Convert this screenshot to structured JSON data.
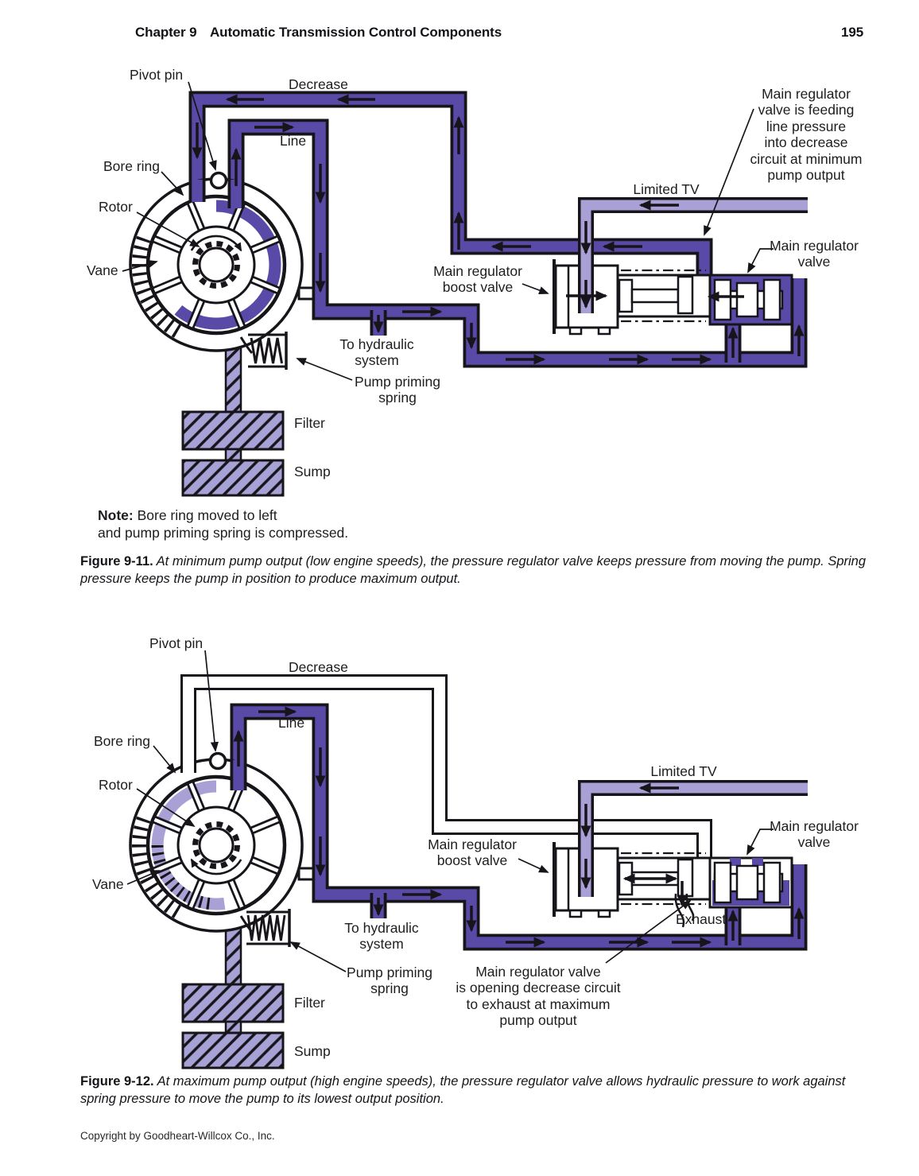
{
  "header": {
    "chapter": "Chapter 9",
    "title": "Automatic Transmission Control Components",
    "page_number": "195"
  },
  "colors": {
    "line_pressure_dark_purple": "#5a4aa8",
    "limited_tv_light_purple": "#a9a1d6",
    "hatch_fill": "#a7a2d6",
    "ink": "#17141a"
  },
  "fig1": {
    "labels": {
      "pivot_pin": "Pivot pin",
      "decrease": "Decrease",
      "line": "Line",
      "bore_ring": "Bore ring",
      "rotor": "Rotor",
      "vane": "Vane",
      "limited_tv": "Limited TV",
      "feeding": "Main regulator\nvalve is feeding\nline pressure\ninto decrease\ncircuit at minimum\npump output",
      "main_regulator_valve": "Main regulator\nvalve",
      "boost_valve": "Main regulator\nboost valve",
      "to_hydraulic": "To hydraulic\nsystem",
      "pump_priming": "Pump priming\nspring",
      "filter": "Filter",
      "sump": "Sump"
    },
    "note_label": "Note:",
    "note_text": " Bore ring moved to left\nand pump priming spring is compressed.",
    "caption_label": "Figure 9-11.",
    "caption_text": " At minimum pump output (low engine speeds), the pressure regulator valve keeps pressure from moving the pump. Spring pressure keeps the pump in position to produce maximum output."
  },
  "fig2": {
    "labels": {
      "pivot_pin": "Pivot pin",
      "decrease": "Decrease",
      "line": "Line",
      "bore_ring": "Bore ring",
      "rotor": "Rotor",
      "vane": "Vane",
      "limited_tv": "Limited TV",
      "main_regulator_valve": "Main regulator\nvalve",
      "boost_valve": "Main regulator\nboost valve",
      "exhaust": "Exhaust",
      "to_hydraulic": "To hydraulic\nsystem",
      "pump_priming": "Pump priming\nspring",
      "opening": "Main regulator valve\nis opening decrease circuit\nto exhaust at maximum\npump output",
      "filter": "Filter",
      "sump": "Sump"
    },
    "caption_label": "Figure 9-12.",
    "caption_text": " At maximum pump output (high engine speeds), the pressure regulator valve allows hydraulic pressure to work against spring pressure to move the pump to its lowest output position."
  },
  "footer": "Copyright by Goodheart-Willcox Co., Inc."
}
